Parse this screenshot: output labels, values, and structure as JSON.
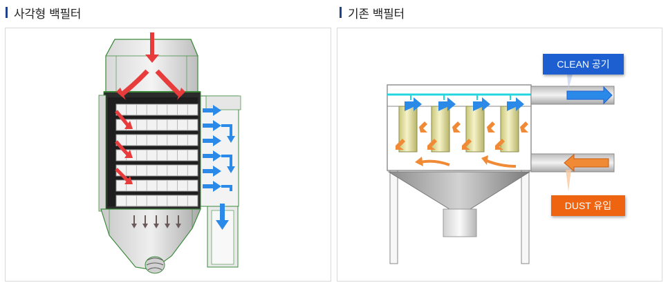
{
  "left_section": {
    "title": "사각형 백필터"
  },
  "right_section": {
    "title": "기존 백필터",
    "clean_label": "CLEAN 공기",
    "dust_label": "DUST 유입"
  },
  "colors": {
    "title_bar": "#1f3f8f",
    "clean_arrow": "#2b8ae8",
    "dust_arrow": "#f08a35",
    "inflow_arrow": "#e83b3b",
    "frame_green": "#3a8a3a",
    "clean_badge": "#1d5fd1",
    "dust_badge": "#ef6410"
  }
}
